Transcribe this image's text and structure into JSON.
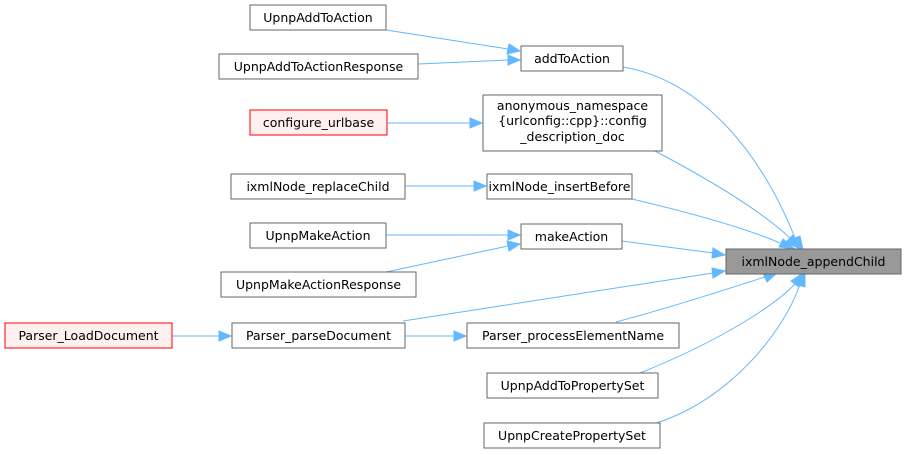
{
  "graph": {
    "colors": {
      "edge": "#63b8ff",
      "node_border": "#666666",
      "highlight_border": "#ff0000",
      "focus_fill": "#999999"
    },
    "nodes": {
      "focus": {
        "lines": [
          "ixmlNode_appendChild"
        ]
      },
      "addToAction": {
        "lines": [
          "addToAction"
        ]
      },
      "anon": {
        "lines": [
          "anonymous_namespace",
          "{urlconfig::cpp}::config",
          "_description_doc"
        ]
      },
      "insertBefore": {
        "lines": [
          "ixmlNode_insertBefore"
        ]
      },
      "makeAction": {
        "lines": [
          "makeAction"
        ]
      },
      "parseDoc": {
        "lines": [
          "Parser_parseDocument"
        ]
      },
      "procElem": {
        "lines": [
          "Parser_processElementName"
        ]
      },
      "addPropSet": {
        "lines": [
          "UpnpAddToPropertySet"
        ]
      },
      "createPropSet": {
        "lines": [
          "UpnpCreatePropertySet"
        ]
      },
      "upnpAddToAction": {
        "lines": [
          "UpnpAddToAction"
        ]
      },
      "upnpAddToActionResp": {
        "lines": [
          "UpnpAddToActionResponse"
        ]
      },
      "configUrl": {
        "lines": [
          "configure_urlbase"
        ]
      },
      "replaceChild": {
        "lines": [
          "ixmlNode_replaceChild"
        ]
      },
      "upnpMakeAction": {
        "lines": [
          "UpnpMakeAction"
        ]
      },
      "upnpMakeActionResp": {
        "lines": [
          "UpnpMakeActionResponse"
        ]
      },
      "loadDoc": {
        "lines": [
          "Parser_LoadDocument"
        ]
      }
    }
  }
}
